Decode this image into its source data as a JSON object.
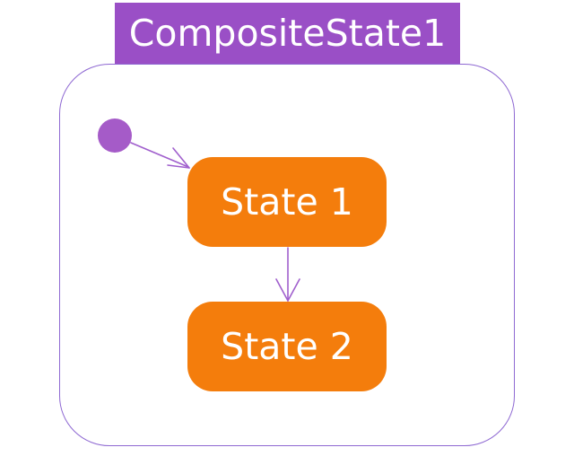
{
  "colors": {
    "background": "#FFFFFF",
    "composite_title_fill": "#9A4FC6",
    "composite_border": "#8E68D2",
    "state_fill": "#F47D0C",
    "state_text": "#FFFFFF",
    "transition_line": "#A05FCD",
    "initial_node_fill": "#A55BC8"
  },
  "diagram": {
    "type": "uml-state-machine",
    "composite_state": {
      "title": "CompositeState1",
      "initial_state": {
        "shape": "filled-circle"
      },
      "states": [
        {
          "label": "State 1"
        },
        {
          "label": "State 2"
        }
      ],
      "transitions": [
        {
          "from": "initial",
          "to": "State 1"
        },
        {
          "from": "State 1",
          "to": "State 2"
        }
      ]
    }
  }
}
